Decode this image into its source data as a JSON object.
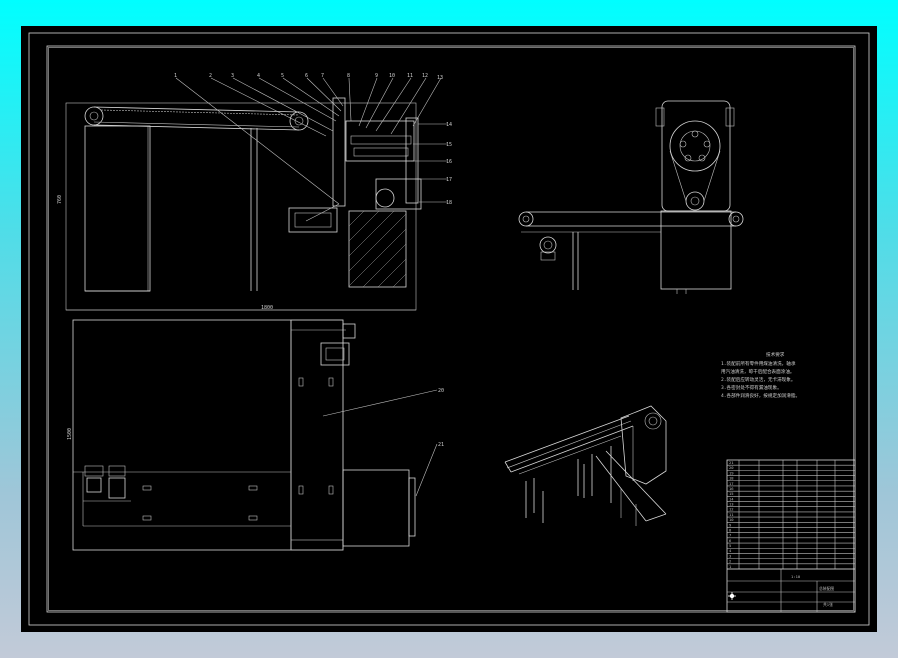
{
  "callouts": [
    "1",
    "2",
    "3",
    "4",
    "5",
    "6",
    "7",
    "8",
    "9",
    "10",
    "11",
    "12",
    "13",
    "14",
    "15",
    "16",
    "17",
    "18"
  ],
  "callouts_plan": [
    "20",
    "21"
  ],
  "dims": {
    "front_width": "1800",
    "front_height": "760",
    "plan_height": "1500"
  },
  "notes": {
    "title": "技术要求",
    "lines": [
      "1.装配前所有零件用煤油清洗，轴承",
      "  用汽油清洗，晾干后配合表面涂油。",
      "2.装配后应转动灵活，无卡滞现象。",
      "3.各密封处不得有漏油现象。",
      "4.各部件润滑良好，按规定加润滑脂。"
    ]
  },
  "title_block": {
    "drawing_name": "总装配图",
    "scale": "1:10",
    "sheet": "共1张",
    "rows": [
      "21",
      "20",
      "19",
      "18",
      "17",
      "16",
      "15",
      "14",
      "13",
      "12",
      "11",
      "10",
      "9",
      "8",
      "7",
      "6",
      "5",
      "4",
      "3",
      "2",
      "1"
    ]
  }
}
